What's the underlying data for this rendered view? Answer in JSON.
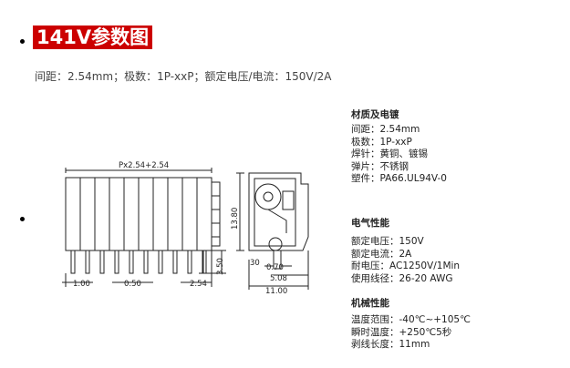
{
  "title": "141V参数图",
  "summary": "间距：2.54mm；极数：1P-xxP；额定电压/电流：150V/2A",
  "drawing": {
    "top_dim": "Px2.54+2.54",
    "bottom_left": "1.00",
    "bottom_mid": "0.50",
    "bottom_right": "2.54",
    "side_height": "3.50",
    "height": "13.80",
    "d30": "30",
    "d070": "0.70",
    "d508": "5.08",
    "d1100": "11.00"
  },
  "material": {
    "heading": "材质及电镀",
    "lines": [
      "间距：2.54mm",
      "极数：1P-xxP",
      "焊针：黄铜、镀锡",
      "弹片：不锈钢",
      "塑件：PA66.UL94V-0"
    ]
  },
  "electrical": {
    "heading": "电气性能",
    "lines": [
      "额定电压：150V",
      "额定电流：2A",
      "耐电压：AC1250V/1Min",
      "使用线径：26-20 AWG"
    ]
  },
  "mechanical": {
    "heading": "机械性能",
    "lines": [
      "温度范围：-40℃~+105℃",
      "瞬时温度：+250℃5秒",
      "剥线长度：11mm"
    ]
  }
}
